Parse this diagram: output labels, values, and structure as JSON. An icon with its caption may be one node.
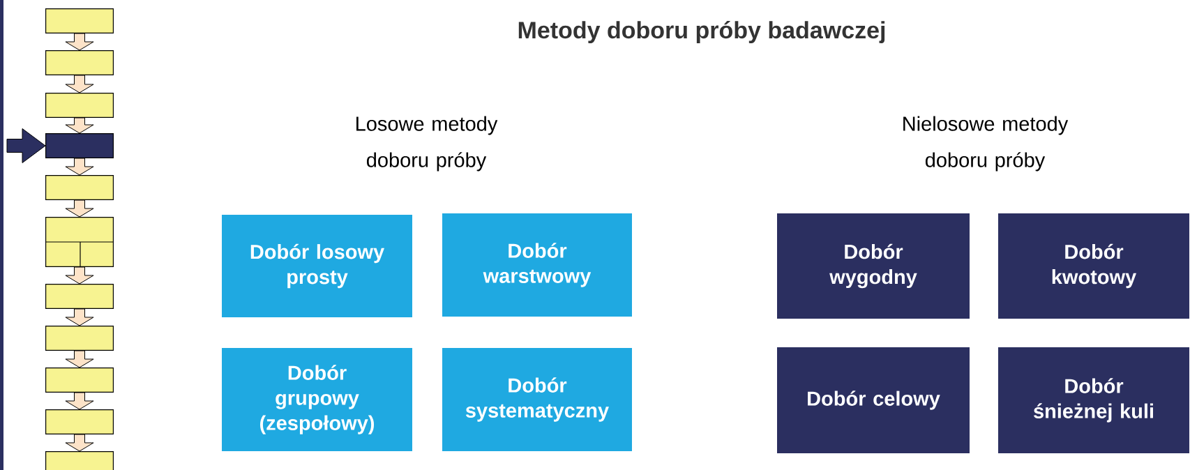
{
  "diagram": {
    "title": "Metody doboru próby badawczej",
    "nodes": [
      {
        "text": [],
        "shape": "box"
      },
      {
        "text": [],
        "shape": "box"
      },
      {
        "text": [],
        "shape": "box"
      },
      {
        "text": [],
        "shape": "box"
      },
      {
        "text": [],
        "shape": "box"
      },
      {
        "text": [],
        "shape": "box"
      },
      {
        "text": [],
        "shape": "box"
      },
      {
        "text": [],
        "shape": "box"
      },
      {
        "text": [],
        "shape": "box"
      },
      {
        "text": [],
        "shape": "box"
      },
      {
        "text": [],
        "shape": "box"
      },
      {
        "text": [
          "Dobór losowy prosty"
        ]
      },
      {
        "text": [
          "Dobór warstwowy"
        ]
      },
      {
        "text": [
          "Dobór grupowy (zespołowy)"
        ]
      },
      {
        "text": [
          "Dobór systematyczny"
        ]
      },
      {
        "text": [
          "Dobór wygodny"
        ]
      },
      {
        "text": [
          "Dobór kwotowy"
        ]
      },
      {
        "text": [
          "Dobór celowy"
        ]
      },
      {
        "text": [
          "Dobór śnieżnej kuli"
        ]
      }
    ],
    "edges": [
      {
        "from": 0,
        "to": 1,
        "arrow": "to"
      },
      {
        "from": 1,
        "to": 2,
        "arrow": "to"
      },
      {
        "from": 2,
        "to": 3,
        "arrow": "to"
      },
      {
        "from": 3,
        "to": 4,
        "arrow": "to"
      },
      {
        "from": 4,
        "to": 5,
        "arrow": "to"
      },
      {
        "from": 5,
        "to": 6,
        "arrow": "to"
      },
      {
        "from": 6,
        "to": 7,
        "arrow": "to"
      },
      {
        "from": 7,
        "to": 8,
        "arrow": "to"
      },
      {
        "from": 8,
        "to": 9,
        "arrow": "to"
      },
      {
        "from": 9,
        "to": 10,
        "arrow": "to"
      },
      {
        "from": null,
        "to": 3,
        "arrow": "to",
        "color": "#2b2f60"
      }
    ],
    "labels": [
      "Losowe metody doboru próby",
      "Nielosowe metody doboru próby"
    ]
  }
}
